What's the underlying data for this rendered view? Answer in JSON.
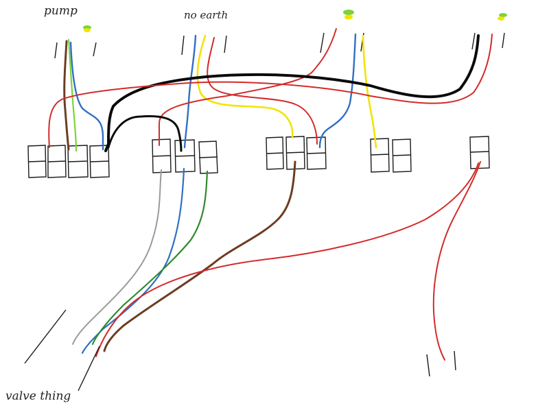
{
  "labels": {
    "pump": "pump",
    "no_earth": "no earth",
    "valve": "valve thing"
  },
  "colors": {
    "brown": "#6b3d22",
    "blue": "#2f6fc4",
    "green_yellow": "#7ed23a",
    "red": "#d42a2a",
    "yellow": "#f3e300",
    "black": "#0a0a0a",
    "grey": "#9a9a9a",
    "green": "#2f8a2f",
    "earth_marker_green": "#7ed23a",
    "earth_marker_yellow": "#f0e400"
  }
}
